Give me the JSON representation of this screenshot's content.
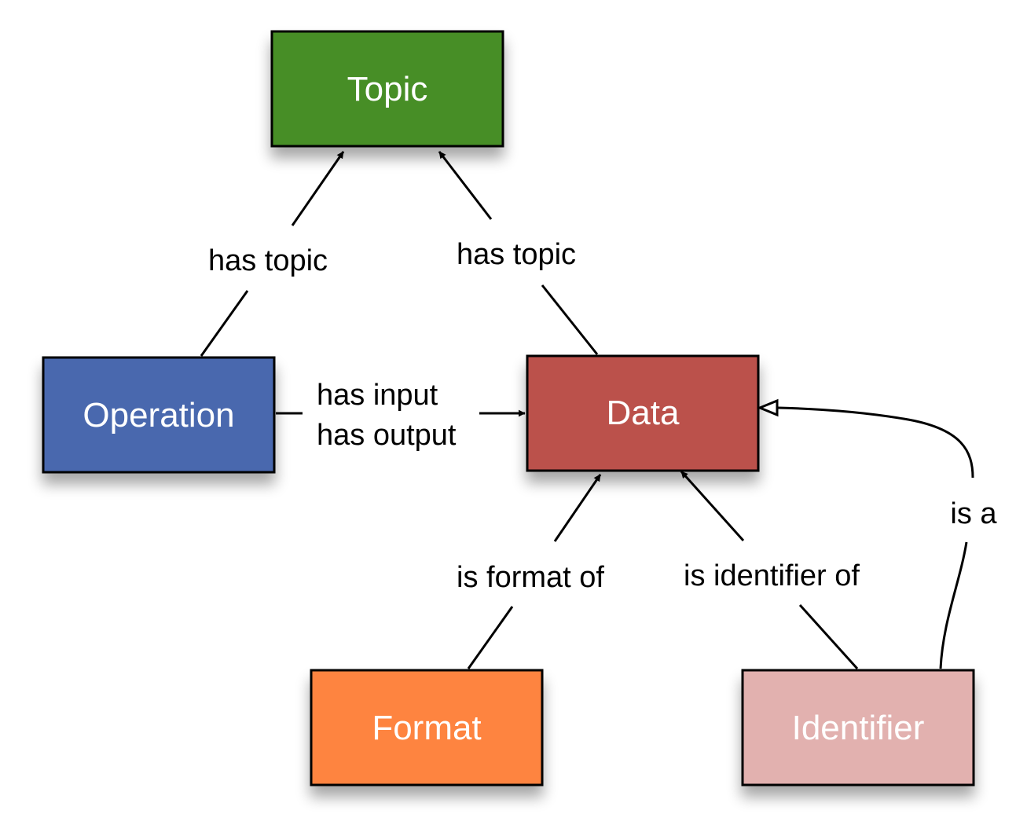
{
  "nodes": {
    "topic": {
      "label": "Topic",
      "color": "#468e26"
    },
    "operation": {
      "label": "Operation",
      "color": "#4868ae"
    },
    "data": {
      "label": "Data",
      "color": "#bb514c"
    },
    "format": {
      "label": "Format",
      "color": "#fe843f"
    },
    "identifier": {
      "label": "Identifier",
      "color": "#e2b1af"
    }
  },
  "edges": {
    "operation_topic": {
      "label": "has topic"
    },
    "data_topic": {
      "label": "has topic"
    },
    "operation_data": {
      "label_line1": "has input",
      "label_line2": "has output"
    },
    "format_data": {
      "label": "is format of"
    },
    "identifier_data": {
      "label": "is identifier of"
    },
    "identifier_isa": {
      "label": "is a"
    }
  }
}
